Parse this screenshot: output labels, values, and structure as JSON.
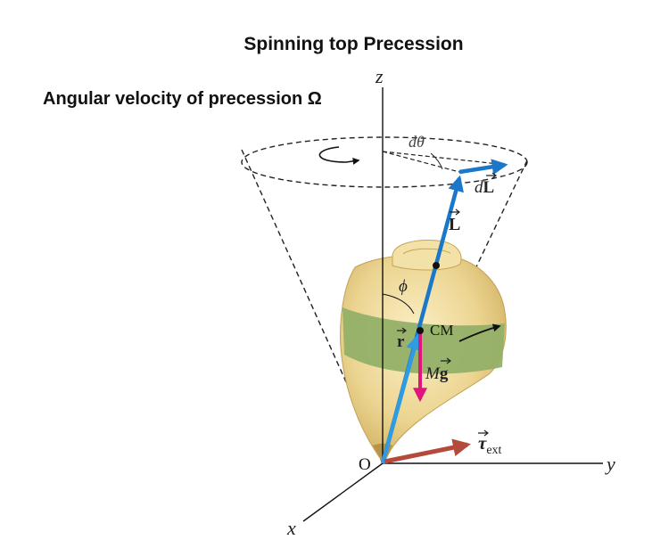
{
  "title": "Spinning top Precession",
  "subtitle": "Angular velocity of precession Ω",
  "axes": {
    "x": "x",
    "y": "y",
    "z": "z"
  },
  "origin_label": "O",
  "center_of_mass_label": "CM",
  "labels": {
    "dtheta": "dθ",
    "dL_prefix": "d",
    "dL_vec": "L",
    "L_vec": "L",
    "r_vec": "r",
    "Mg_prefix": "M",
    "Mg_vec": "g",
    "phi": "ϕ",
    "tau": "τ",
    "tau_sub": "ext"
  },
  "colors": {
    "L": "#1b77c9",
    "r": "#2f9be0",
    "Mg": "#e0147d",
    "tau": "#b5493a",
    "band": "#93b068",
    "wood": "#ecd592"
  }
}
